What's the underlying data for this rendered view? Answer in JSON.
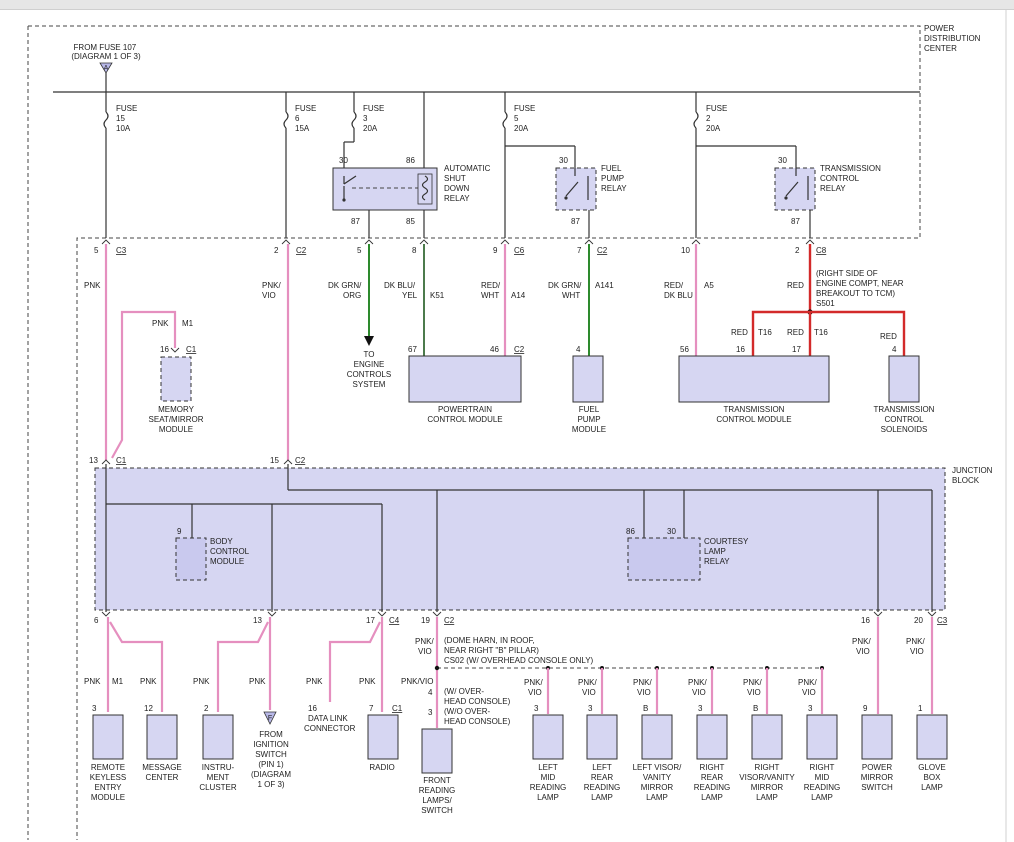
{
  "pdc": {
    "title": [
      "POWER",
      "DISTRIBUTION",
      "CENTER"
    ]
  },
  "from_fuse": {
    "lines": [
      "FROM FUSE 107",
      "(DIAGRAM 1 OF 3)"
    ],
    "connector": "A"
  },
  "fuses": [
    {
      "lines": [
        "FUSE",
        "15",
        "10A"
      ]
    },
    {
      "lines": [
        "FUSE",
        "6",
        "15A"
      ]
    },
    {
      "lines": [
        "FUSE",
        "3",
        "20A"
      ]
    },
    {
      "lines": [
        "FUSE",
        "5",
        "20A"
      ]
    },
    {
      "lines": [
        "FUSE",
        "2",
        "20A"
      ]
    }
  ],
  "relays": {
    "asd": {
      "lines": [
        "AUTOMATIC",
        "SHUT",
        "DOWN",
        "RELAY"
      ],
      "pins": [
        "30",
        "86",
        "87",
        "85"
      ]
    },
    "fuel": {
      "lines": [
        "FUEL",
        "PUMP",
        "RELAY"
      ],
      "pins": [
        "30",
        "87"
      ]
    },
    "trans": {
      "lines": [
        "TRANSMISSION",
        "CONTROL",
        "RELAY"
      ],
      "pins": [
        "30",
        "87"
      ]
    }
  },
  "pdc_pins": [
    {
      "pin": "5",
      "conn": "C3"
    },
    {
      "pin": "2",
      "conn": "C2"
    },
    {
      "pin": "5",
      "conn": ""
    },
    {
      "pin": "8",
      "conn": ""
    },
    {
      "pin": "9",
      "conn": "C6"
    },
    {
      "pin": "7",
      "conn": "C2"
    },
    {
      "pin": "10",
      "conn": ""
    },
    {
      "pin": "2",
      "conn": "C8"
    }
  ],
  "wires": {
    "pnk": "PNK",
    "pnk_vio": [
      "PNK/",
      "VIO"
    ],
    "dkgrn_org": [
      "DK GRN/",
      "ORG"
    ],
    "dkblu_yel": [
      "DK BLU/",
      "YEL"
    ],
    "k51": "K51",
    "red_wht": [
      "RED/",
      "WHT"
    ],
    "a14": "A14",
    "dkgrn_wht": [
      "DK GRN/",
      "WHT"
    ],
    "a141": "A141",
    "red_dkblu": [
      "RED/",
      "DK BLU"
    ],
    "a5": "A5",
    "red": "RED",
    "t16": "T16",
    "m1": "M1",
    "pnkvio_one": "PNK/VIO"
  },
  "splice_s501": [
    "(RIGHT SIDE OF",
    "ENGINE COMPT, NEAR",
    "BREAKOUT TO TCM)",
    "S501"
  ],
  "to_ecs": [
    "TO",
    "ENGINE",
    "CONTROLS",
    "SYSTEM"
  ],
  "modules_mid": [
    {
      "name": [
        "MEMORY",
        "SEAT/MIRROR",
        "MODULE"
      ],
      "pin": "16",
      "conn": "C1"
    },
    {
      "name": [
        "POWERTRAIN",
        "CONTROL MODULE"
      ],
      "pins": [
        "67",
        "46"
      ],
      "conn": "C2"
    },
    {
      "name": [
        "FUEL",
        "PUMP",
        "MODULE"
      ],
      "pin": "4"
    },
    {
      "name": [
        "TRANSMISSION",
        "CONTROL MODULE"
      ],
      "pins": [
        "56",
        "16",
        "17"
      ]
    },
    {
      "name": [
        "TRANSMISSION",
        "CONTROL",
        "SOLENOIDS"
      ],
      "pin": "4"
    }
  ],
  "junction": {
    "title": [
      "JUNCTION",
      "BLOCK"
    ],
    "bcm": {
      "name": [
        "BODY",
        "CONTROL",
        "MODULE"
      ],
      "pin": "9"
    },
    "courtesy": {
      "name": [
        "COURTESY",
        "LAMP",
        "RELAY"
      ],
      "pins": [
        "86",
        "30"
      ]
    },
    "in_pins": [
      {
        "pin": "13",
        "conn": "C1"
      },
      {
        "pin": "15",
        "conn": "C2"
      }
    ],
    "out_pins": [
      {
        "pin": "6",
        "conn": ""
      },
      {
        "pin": "13",
        "conn": ""
      },
      {
        "pin": "17",
        "conn": "C4"
      },
      {
        "pin": "19",
        "conn": "C2"
      },
      {
        "pin": "16",
        "conn": ""
      },
      {
        "pin": "20",
        "conn": "C3"
      }
    ]
  },
  "splice_s502": [
    "(DOME HARN, IN ROOF,",
    "NEAR RIGHT \"B\" PILLAR)",
    "CS02 (W/ OVERHEAD CONSOLE ONLY)"
  ],
  "overhead": {
    "with": [
      "(W/ OVER-",
      "HEAD CONSOLE)"
    ],
    "without": [
      "(W/O OVER-",
      "HEAD CONSOLE)"
    ],
    "pins": [
      "4",
      "3"
    ]
  },
  "ign_switch": {
    "lines": [
      "FROM",
      "IGNITION",
      "SWITCH",
      "(PIN 1)",
      "(DIAGRAM",
      "1 OF 3)"
    ],
    "connector": "F"
  },
  "data_link": {
    "pin": "16",
    "lines": [
      "DATA LINK",
      "CONNECTOR"
    ]
  },
  "bottom_modules": [
    {
      "pin": "3",
      "name": [
        "REMOTE",
        "KEYLESS",
        "ENTRY",
        "MODULE"
      ]
    },
    {
      "pin": "12",
      "name": [
        "MESSAGE",
        "CENTER"
      ]
    },
    {
      "pin": "2",
      "name": [
        "INSTRU-",
        "MENT",
        "CLUSTER"
      ]
    },
    {
      "pin": "7",
      "conn": "C1",
      "name": [
        "RADIO"
      ]
    },
    {
      "pin": "",
      "name": [
        "FRONT",
        "READING",
        "LAMPS/",
        "SWITCH"
      ]
    },
    {
      "pin": "3",
      "name": [
        "LEFT",
        "MID",
        "READING",
        "LAMP"
      ]
    },
    {
      "pin": "3",
      "name": [
        "LEFT",
        "REAR",
        "READING",
        "LAMP"
      ]
    },
    {
      "pin": "B",
      "name": [
        "LEFT VISOR/",
        "VANITY",
        "MIRROR",
        "LAMP"
      ]
    },
    {
      "pin": "3",
      "name": [
        "RIGHT",
        "REAR",
        "READING",
        "LAMP"
      ]
    },
    {
      "pin": "B",
      "name": [
        "RIGHT",
        "VISOR/VANITY",
        "MIRROR",
        "LAMP"
      ]
    },
    {
      "pin": "3",
      "name": [
        "RIGHT",
        "MID",
        "READING",
        "LAMP"
      ]
    },
    {
      "pin": "9",
      "name": [
        "POWER",
        "MIRROR",
        "SWITCH"
      ]
    },
    {
      "pin": "1",
      "name": [
        "GLOVE",
        "BOX",
        "LAMP"
      ]
    }
  ]
}
